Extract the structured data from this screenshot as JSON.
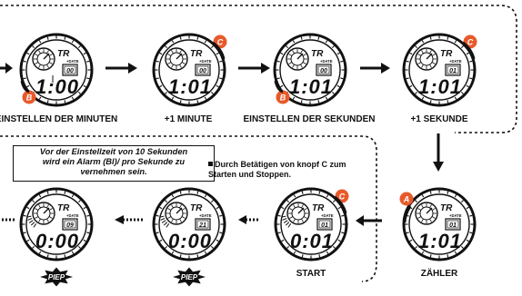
{
  "labels": {
    "step1": "EINSTELLEN DER MINUTEN",
    "step2": "+1 MINUTE",
    "step3": "EINSTELLEN DER SEKUNDEN",
    "step4": "+1 SEKUNDE",
    "counter": "ZÄHLER",
    "start": "START"
  },
  "note": {
    "line1": "Vor der Einstellzeit von 10 Sekunden",
    "line2": "wird ein Alarm (Bl)/ pro Sekunde zu",
    "line3": "vernehmen sein."
  },
  "bullet": {
    "line1": "Durch Betätigen von knopf C zum",
    "line2": "Starten und Stoppen."
  },
  "beep_label": "PIEP",
  "buttons": {
    "a": "A",
    "b": "B",
    "c": "C"
  },
  "watch_text": {
    "tr": "TR",
    "date": "+DATE"
  },
  "watches": {
    "w1": {
      "time": "1:00",
      "small": "00"
    },
    "w2": {
      "time": "1:01",
      "small": "00"
    },
    "w3": {
      "time": "1:01",
      "small": "00"
    },
    "w4": {
      "time": "1:01",
      "small": "01"
    },
    "w5": {
      "time": "1:01",
      "small": "01"
    },
    "w6": {
      "time": "0:01",
      "small": "01"
    },
    "w7": {
      "time": "0:00",
      "small": "21"
    },
    "w8": {
      "time": "0:00",
      "small": "09"
    }
  },
  "colors": {
    "ink": "#111111",
    "button": "#e8592a",
    "beep": "#111111"
  }
}
